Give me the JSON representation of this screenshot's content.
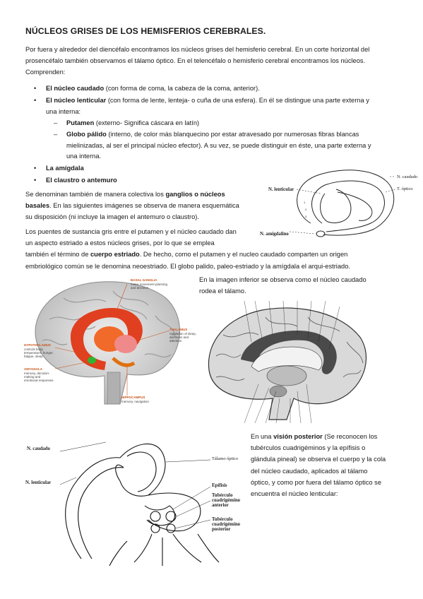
{
  "title": "NÚCLEOS GRISES DE LOS HEMISFERIOS CEREBRALES.",
  "intro": "Por fuera y alrededor del diencéfalo encontramos los núcleos grises del hemisferio cerebral. En un corte horizontal del prosencéfalo también observamos el tálamo óptico. En el telencéfalo o hemisferio cerebral encontramos los núcleos. Comprenden:",
  "list": {
    "caudado_term": "El núcleo caudado",
    "caudado_desc": " (con forma de coma, la cabeza de la coma, anterior).",
    "lenticular_term": "El núcleo lenticular",
    "lenticular_desc_1": " (con forma de lente, lenteja- o cuña de una esfera). En él se distingue una parte externa y",
    "lenticular_desc_2": "una interna:",
    "putamen_term": "Putamen",
    "putamen_desc": " (externo- Significa cáscara en latín)",
    "globo_term": "Globo pálido",
    "globo_desc_1": " (interno, de color más blanquecino por estar atravesado por numerosas fibras blancas",
    "globo_desc_2": "mielinizadas, al ser el principal núcleo efector). A su vez, se puede distinguir en éste, una parte externa y",
    "globo_desc_3": "una interna.",
    "amigdala": "La amígdala",
    "claustro": "El claustro o antemuro"
  },
  "para_basales": {
    "l1a": "Se denominan también de manera colectiva los ",
    "l1b": "ganglios o núcleos",
    "l2a": "basales",
    "l2b": ". En las siguientes imágenes se observa de manera esquemática",
    "l3": "su disposición (ni incluye la imagen el antemuro o claustro)."
  },
  "para_estriado": {
    "l1": "Los puentes de sustancia gris entre el putamen y el núcleo caudado dan",
    "l2": "un aspecto estriado a estos núcleos grises, por lo que se emplea",
    "l3a": "también el término de ",
    "l3b": "cuerpo estriado",
    "l3c": ". De hecho, como el putamen y el nucleo caudado comparten un origen",
    "l4": "embriológico común se le denomina neoestriado. El globo palido, paleo-estriado y la amígdala el arqui-estriado."
  },
  "para_inferior": {
    "l1": "En la imagen inferior se observa como el núcleo caudado",
    "l2": "rodea el tálamo."
  },
  "para_posterior": {
    "l1a": "En una ",
    "l1b": "visión posterior",
    "l1c": " (Se reconocen los",
    "l2": "tubérculos cuadrigéminos y la epífisis o",
    "l3": "glándula pineal) se observa el cuerpo y la cola",
    "l4": "del núcleo caudado, aplicados al tálamo",
    "l5": "óptico, y como por fuera del tálamo óptico se",
    "l6": "encuentra el núcleo lenticular:"
  },
  "fig1": {
    "caudado": "N. caudado",
    "lenticular": "N. lenticular",
    "talamo": "T. óptico",
    "amigdalino": "N. amigdalino"
  },
  "fig2": {
    "basal": "BASAL GANGLIA",
    "basal_note": "motor movement planning and decision",
    "thalamus": "THALAMUS",
    "thalamus_note": "regulation of sleep, alertness and attention",
    "hypothalamus": "HYPOTHALAMUS",
    "hypothalamus_note": "controls body temperature, hunger, fatigue, sleep",
    "amygdala": "AMYGDALA",
    "amygdala_note": "memory, decision-making and emotional responses",
    "hippocampus": "HIPPOCAMPUS",
    "hippocampus_note": "memory, navigation"
  },
  "fig4": {
    "caudado": "N. caudado",
    "lenticular": "N. lenticular",
    "talamo": "Tálamo óptico",
    "epifisis": "Epífisis",
    "tub_ant": "Tubérculo cuadrigémino anterior",
    "tub_post": "Tubérculo cuadrigémino posterior"
  }
}
